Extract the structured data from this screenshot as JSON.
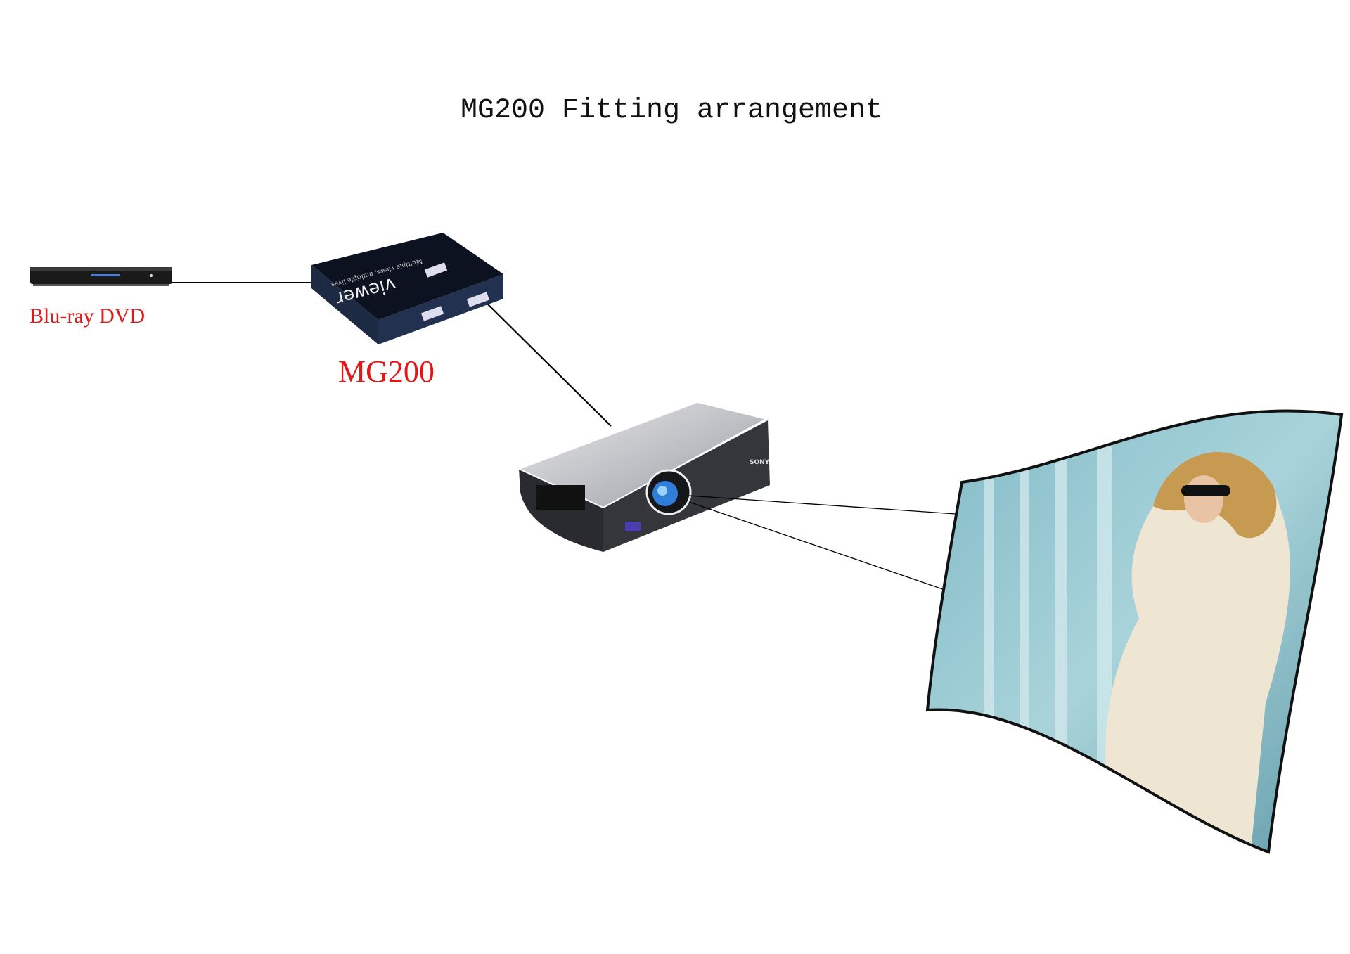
{
  "title": "MG200  Fitting arrangement",
  "devices": {
    "source_label": "Blu-ray DVD",
    "splitter_label": "MG200",
    "splitter_brand_text": "viewer",
    "splitter_tagline": "Multiple views, multiple lives",
    "projector_brand": "SONY"
  },
  "colors": {
    "label": "#e01818",
    "line": "#000000"
  }
}
